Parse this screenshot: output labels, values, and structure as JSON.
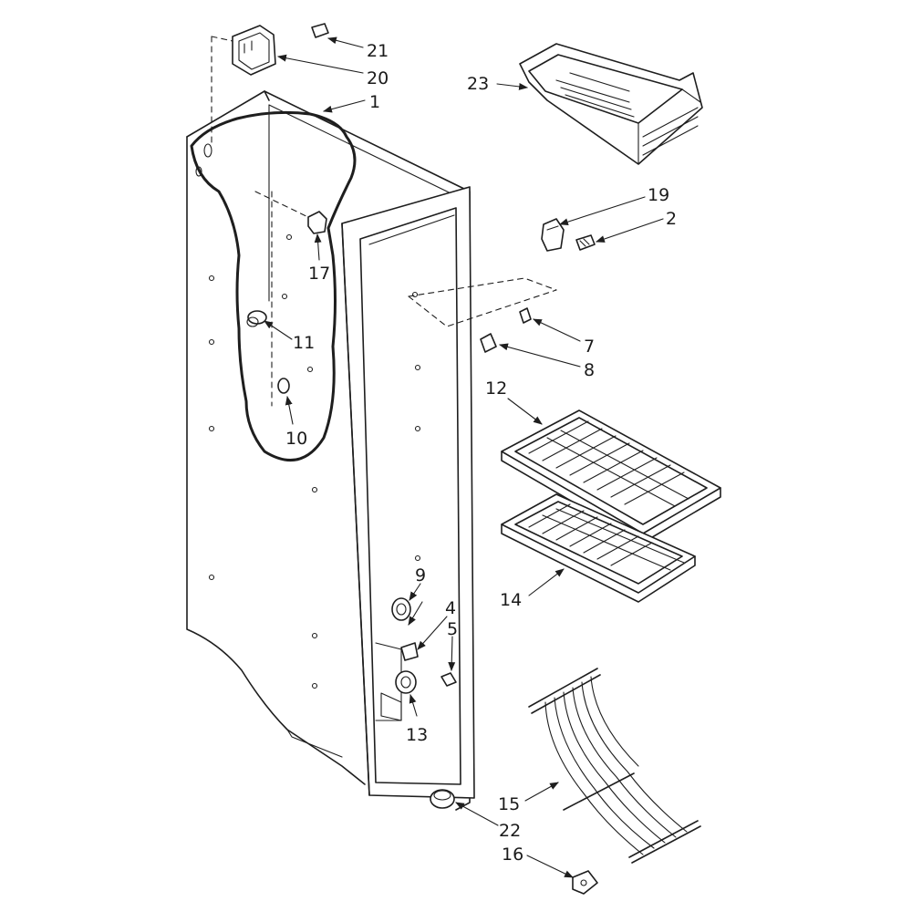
{
  "callouts": {
    "c1": "1",
    "c2": "2",
    "c4": "4",
    "c5": "5",
    "c7": "7",
    "c8": "8",
    "c9": "9",
    "c10": "10",
    "c11": "11",
    "c12": "12",
    "c13": "13",
    "c14": "14",
    "c15": "15",
    "c16": "16",
    "c17": "17",
    "c19": "19",
    "c20": "20",
    "c21": "21",
    "c22": "22",
    "c23": "23"
  },
  "ink_color": "#1e1e1e"
}
